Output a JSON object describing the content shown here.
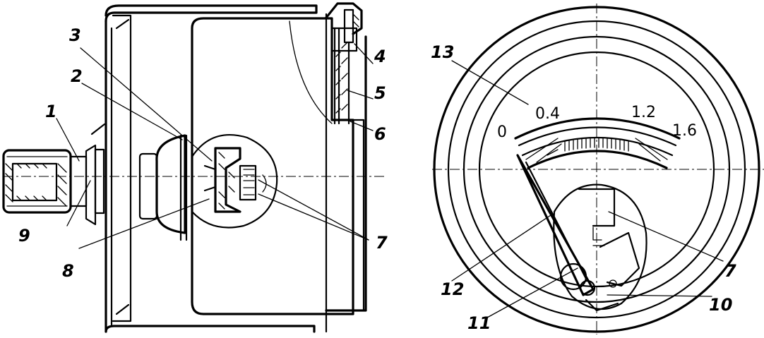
{
  "diagram": {
    "callouts": {
      "c1": "1",
      "c2": "2",
      "c3": "3",
      "c4": "4",
      "c5": "5",
      "c6": "6",
      "c7a": "7",
      "c8": "8",
      "c9": "9",
      "c10": "10",
      "c11": "11",
      "c12": "12",
      "c13": "13",
      "c7b": "7"
    },
    "scale_labels": {
      "s0": "0",
      "s04": "0.4",
      "s12": "1.2",
      "s16": "1.6"
    }
  }
}
